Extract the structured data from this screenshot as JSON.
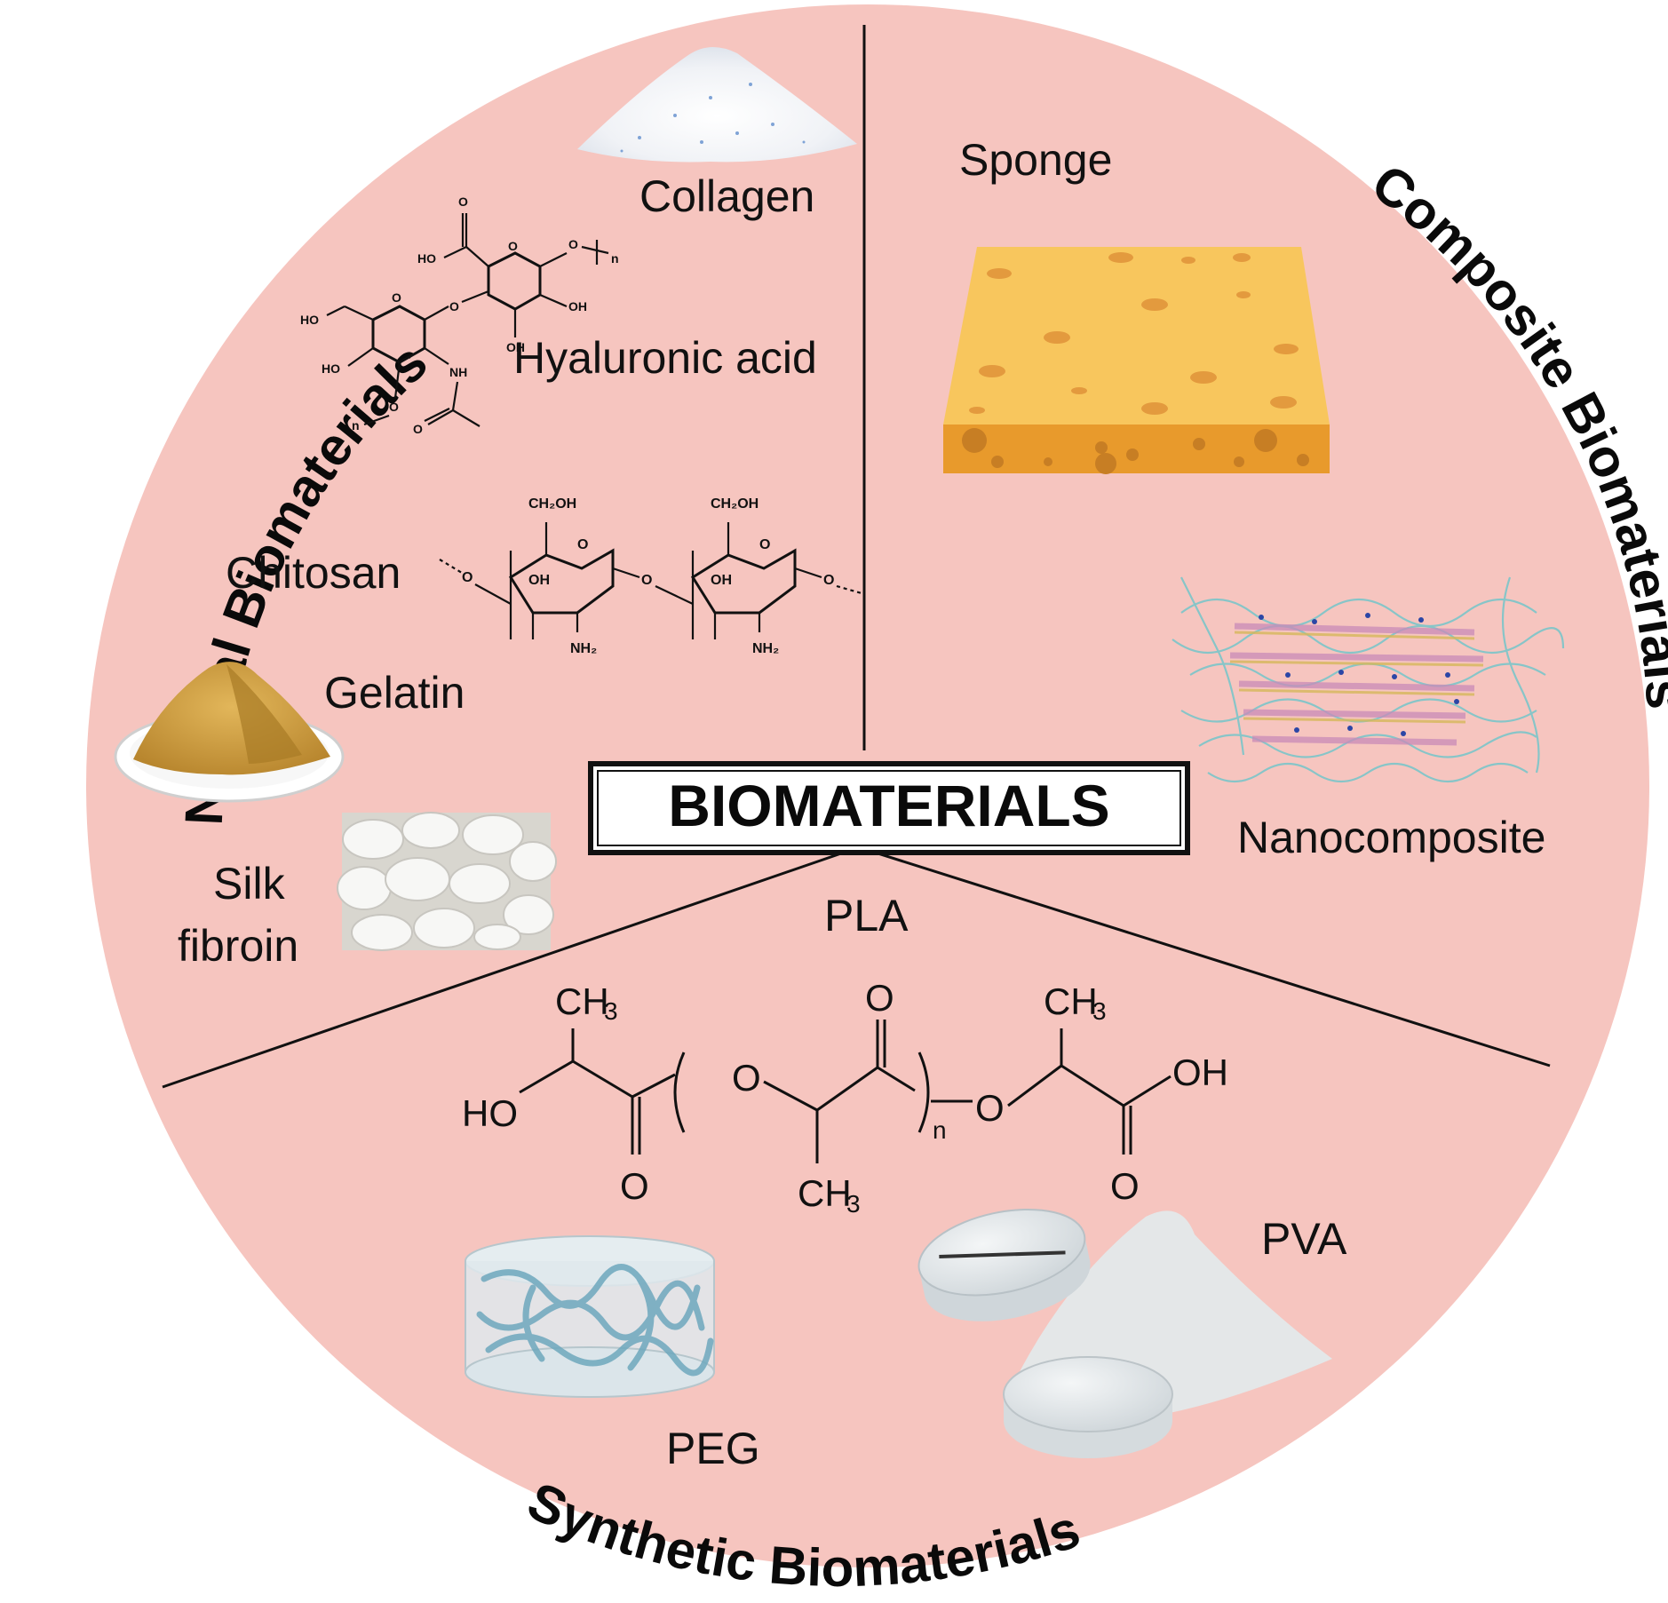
{
  "center_title": "BIOMATERIALS",
  "categories": {
    "natural": "Natural Biomaterials",
    "composite": "Composite Biomaterials",
    "synthetic": "Synthetic Biomaterials"
  },
  "natural_items": {
    "collagen": "Collagen",
    "hyaluronic_acid": "Hyaluronic acid",
    "chitosan": "Chitosan",
    "gelatin": "Gelatin",
    "silk_fibroin_line1": "Silk",
    "silk_fibroin_line2": "fibroin"
  },
  "composite_items": {
    "sponge": "Sponge",
    "nanocomposite": "Nanocomposite"
  },
  "synthetic_items": {
    "pla": "PLA",
    "peg": "PEG",
    "pva": "PVA"
  },
  "chem_labels": {
    "ch2oh": "CH₂OH",
    "oh": "OH",
    "nh2": "NH₂",
    "o": "O",
    "ho": "HO",
    "nh": "NH",
    "n": "n",
    "ch3": "CH₃"
  },
  "colors": {
    "circle_fill": "#f6c5bf",
    "line": "#111111",
    "sponge_top": "#f8c65d",
    "sponge_side": "#e89a2c"
  }
}
